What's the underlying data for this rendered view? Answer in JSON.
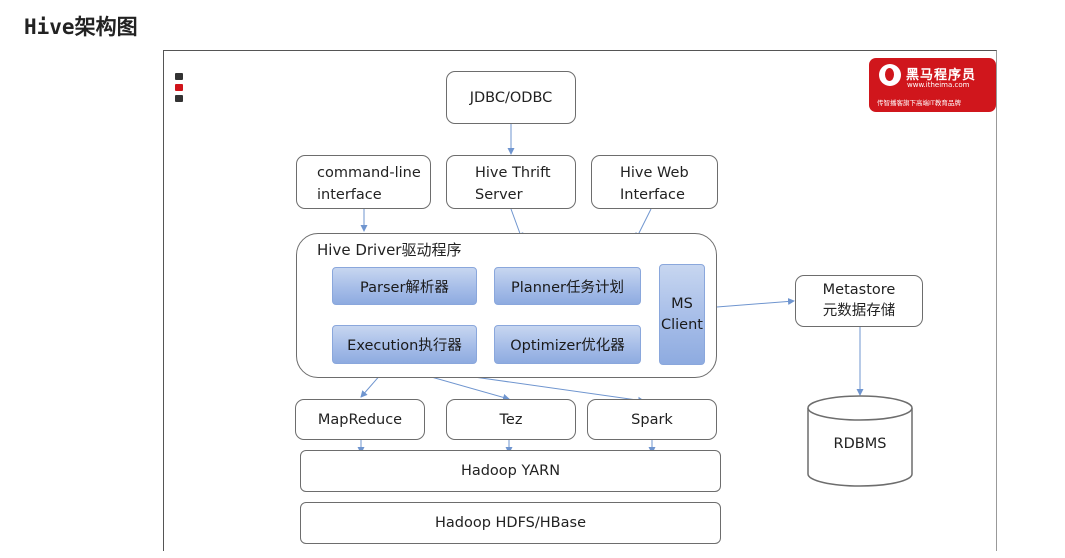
{
  "page": {
    "title": "Hive架构图"
  },
  "logo": {
    "name": "黑马程序员",
    "url": "www.itheima.com",
    "slogan": "传智播客旗下高端IT教育品牌"
  },
  "boxes": {
    "jdbc": "JDBC/ODBC",
    "cli": [
      "command-line",
      "interface"
    ],
    "thrift": [
      "Hive Thrift",
      "Server"
    ],
    "web": [
      "Hive Web",
      "Interface"
    ],
    "driver": "Hive Driver驱动程序",
    "parser": "Parser解析器",
    "planner": "Planner任务计划",
    "execution": "Execution执行器",
    "optimizer": "Optimizer优化器",
    "ms_client": [
      "MS",
      "Client"
    ],
    "metastore": [
      "Metastore",
      "元数据存储"
    ],
    "rdbms": "RDBMS",
    "mapreduce": "MapReduce",
    "tez": "Tez",
    "spark": "Spark",
    "yarn": "Hadoop YARN",
    "hdfs": "Hadoop HDFS/HBase"
  },
  "colors": {
    "brand_red": "#d0161c",
    "component_blue": "#a6bde8",
    "arrow_blue": "#6f95cf",
    "border_gray": "#6d6d6d"
  }
}
